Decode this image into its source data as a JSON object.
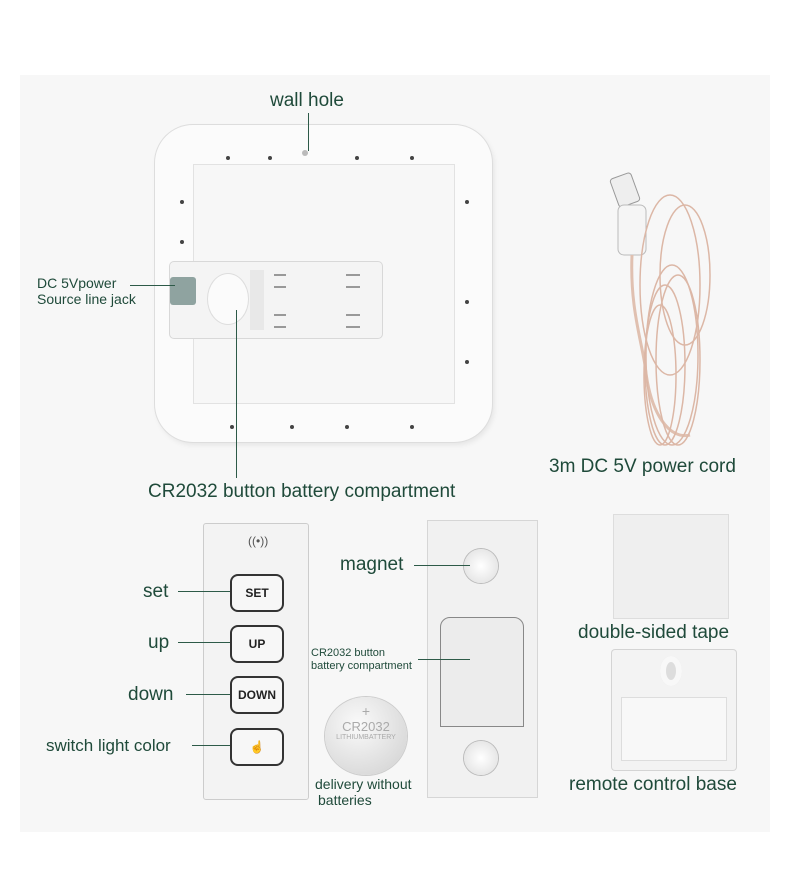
{
  "labels": {
    "wall_hole": "wall hole",
    "dc_jack": [
      "DC 5Vpower",
      "Source line jack"
    ],
    "battery_compartment": "CR2032 button battery compartment",
    "power_cord": "3m DC 5V power cord",
    "set": "set",
    "up": "up",
    "down": "down",
    "switch_color": "switch light color",
    "magnet": "magnet",
    "bracket_battery": [
      "CR2032 button",
      "battery compartment"
    ],
    "delivery": [
      "delivery without",
      "batteries"
    ],
    "tape": "double-sided tape",
    "remote_base": "remote control base"
  },
  "remote_keys": {
    "set": "SET",
    "up": "UP",
    "down": "DOWN"
  },
  "coin": {
    "model": "CR2032",
    "type": "LITHIUMBATTERY",
    "plus": "+"
  },
  "accent": "#1f4a3a"
}
